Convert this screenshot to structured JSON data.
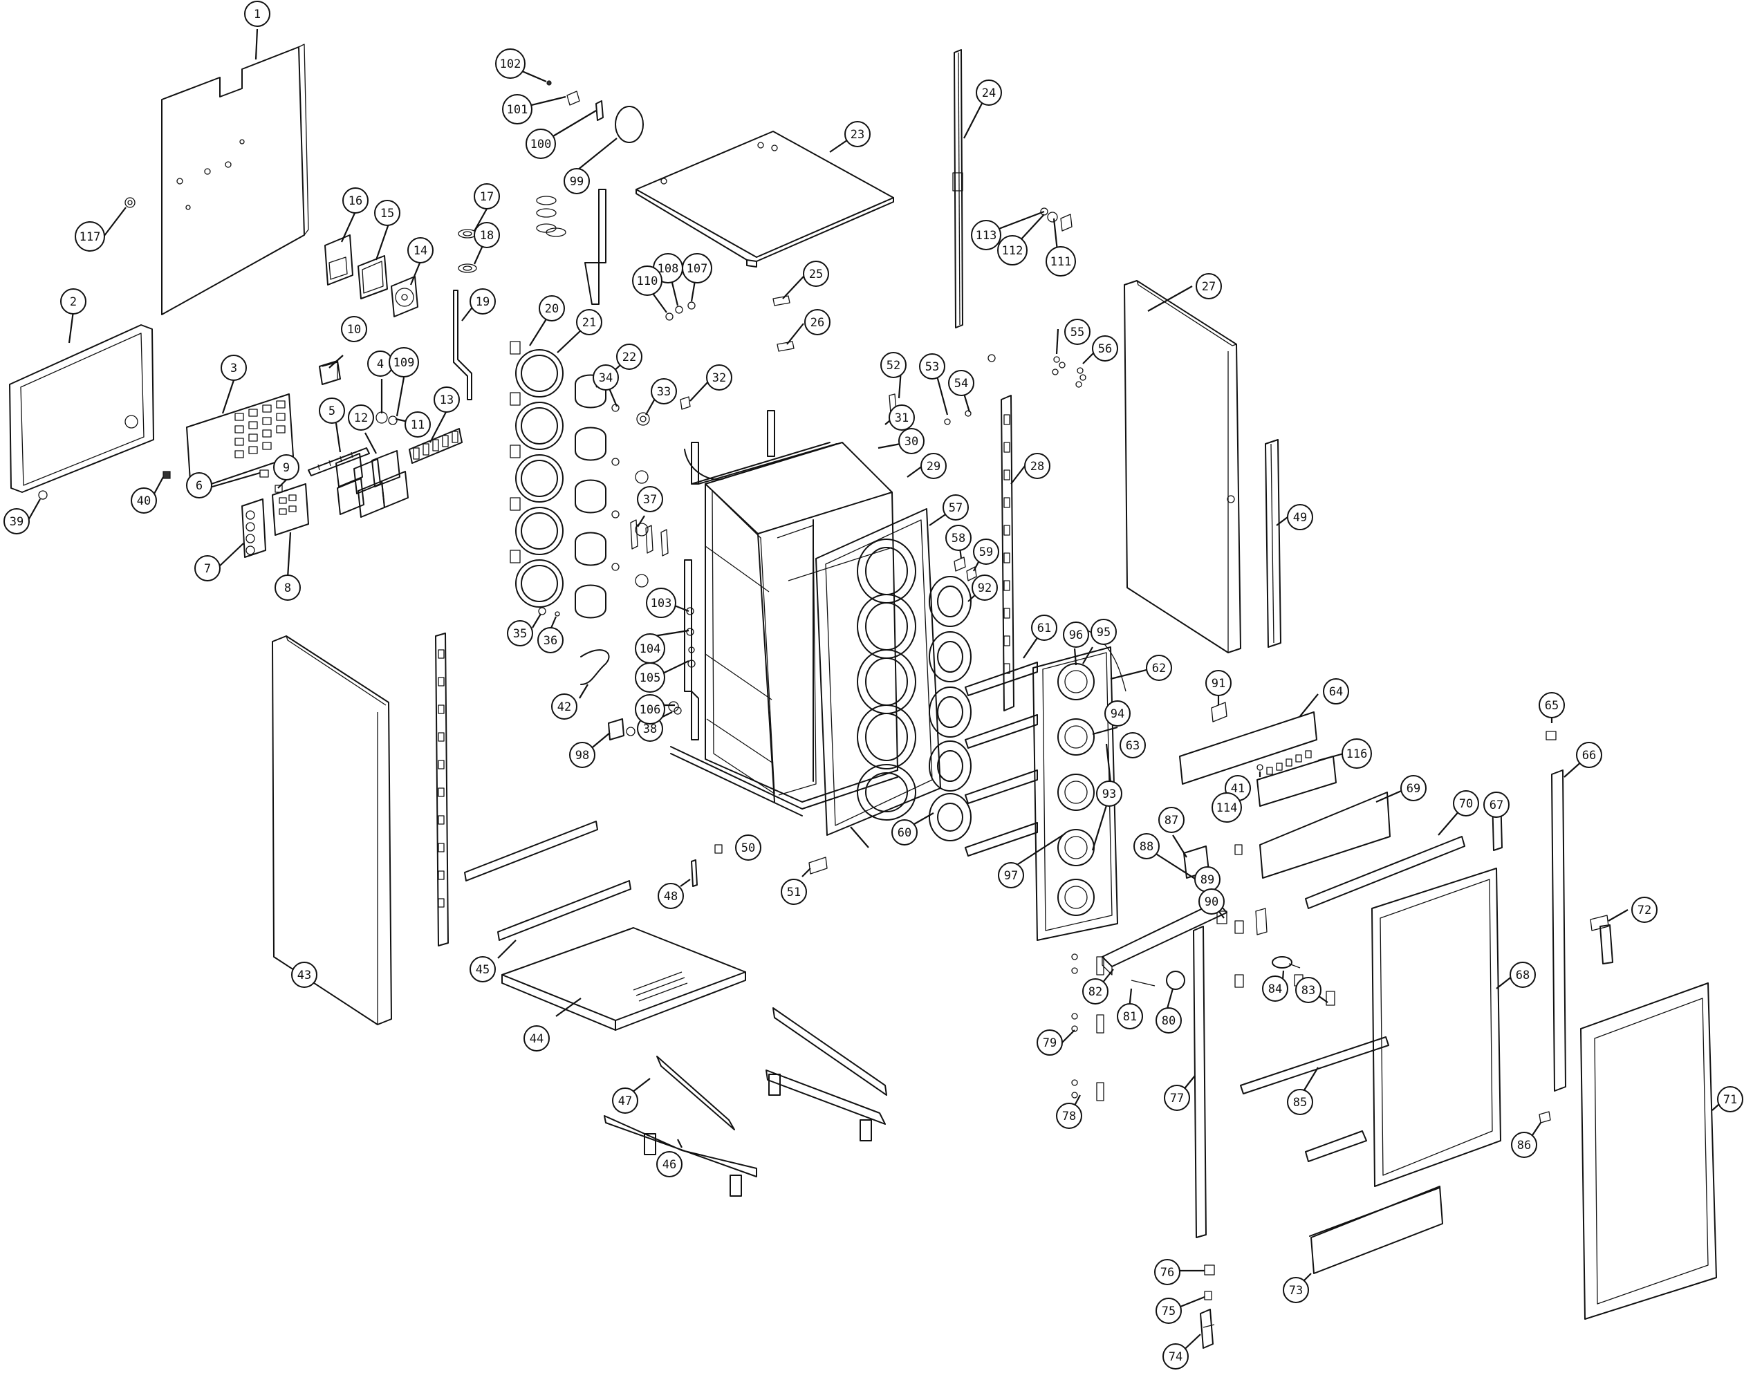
{
  "callouts": [
    "1",
    "2",
    "3",
    "4",
    "109",
    "5",
    "6",
    "7",
    "8",
    "9",
    "10",
    "11",
    "12",
    "13",
    "14",
    "15",
    "16",
    "17",
    "18",
    "19",
    "20",
    "21",
    "22",
    "23",
    "24",
    "25",
    "26",
    "27",
    "28",
    "29",
    "30",
    "31",
    "32",
    "33",
    "34",
    "35",
    "36",
    "37",
    "38",
    "39",
    "40",
    "41",
    "42",
    "43",
    "44",
    "45",
    "46",
    "47",
    "48",
    "49",
    "50",
    "51",
    "52",
    "53",
    "54",
    "55",
    "56",
    "57",
    "58",
    "59",
    "60",
    "61",
    "62",
    "63",
    "64",
    "65",
    "66",
    "67",
    "68",
    "69",
    "70",
    "71",
    "72",
    "73",
    "74",
    "75",
    "76",
    "77",
    "78",
    "79",
    "80",
    "81",
    "82",
    "83",
    "84",
    "85",
    "86",
    "87",
    "88",
    "89",
    "90",
    "91",
    "92",
    "93",
    "94",
    "95",
    "96",
    "97",
    "98",
    "99",
    "100",
    "101",
    "102",
    "103",
    "104",
    "105",
    "106",
    "107",
    "108",
    "110",
    "111",
    "112",
    "113",
    "114",
    "116",
    "117"
  ]
}
